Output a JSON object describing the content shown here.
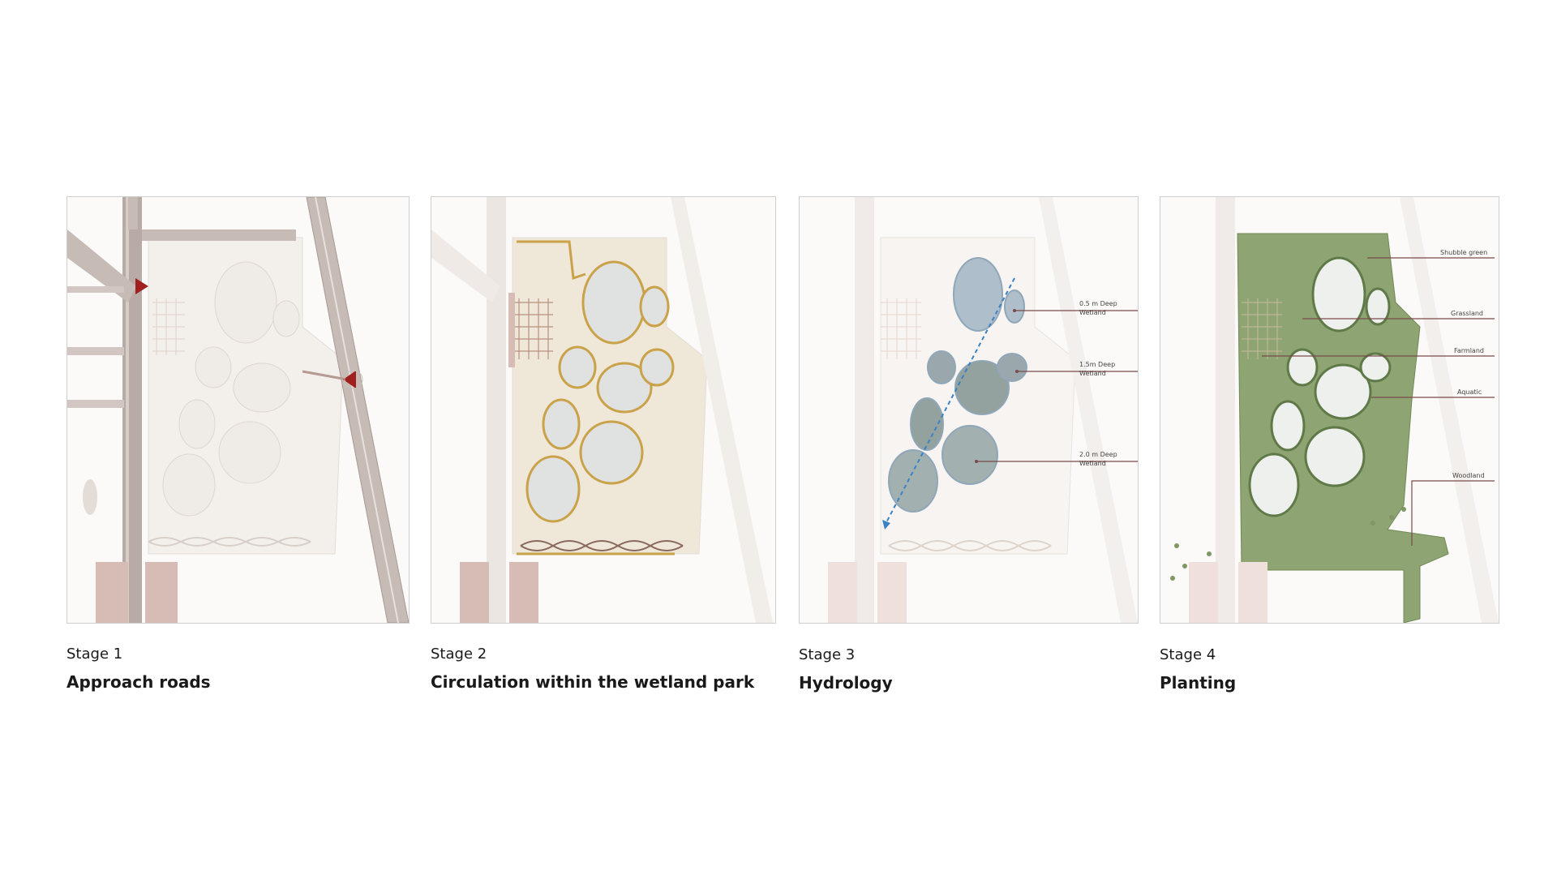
{
  "stages": [
    {
      "label": "Stage 1",
      "title": "Approach roads"
    },
    {
      "label": "Stage 2",
      "title": "Circulation within the wetland park"
    },
    {
      "label": "Stage 3",
      "title": "Hydrology"
    },
    {
      "label": "Stage 4",
      "title": "Planting"
    }
  ],
  "hydrology_callouts": [
    [
      "0.5 m Deep",
      "Wetland"
    ],
    [
      "1.5m Deep",
      "Wetland"
    ],
    [
      "2.0 m Deep",
      "Wetland"
    ]
  ],
  "planting_callouts": [
    "Shubble green",
    "Grassland",
    "Farmland",
    "Aquatic",
    "Woodland"
  ],
  "colors": {
    "road": "#b8aba6",
    "road_edge": "#8a7a76",
    "entry_marker": "#a02020",
    "path": "#c9a24a",
    "water": "#8fa7b8",
    "trees": "#7f9863",
    "building": "#d6bcb5"
  }
}
